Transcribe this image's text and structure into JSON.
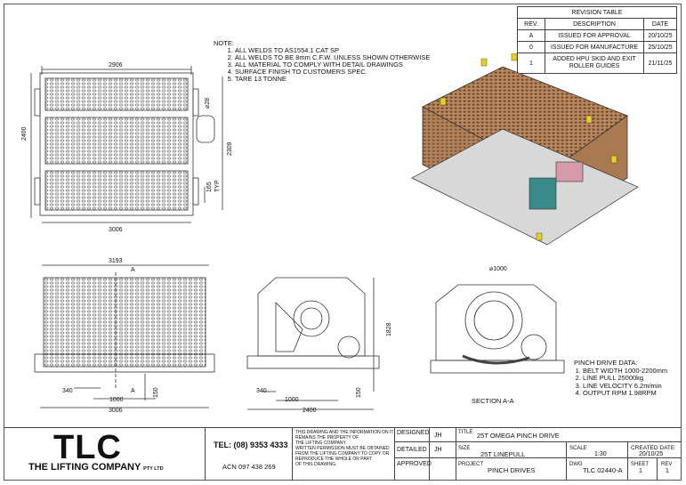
{
  "revision_table": {
    "title": "REVISION TABLE",
    "headers": [
      "REV.",
      "DESCRIPTION",
      "DATE"
    ],
    "rows": [
      {
        "rev": "A",
        "description": "ISSUED FOR APPROVAL",
        "date": "20/10/25"
      },
      {
        "rev": "0",
        "description": "ISSUED FOR MANUFACTURE",
        "date": "25/10/25"
      },
      {
        "rev": "1",
        "description": "ADDED HPU SKID AND EXIT ROLLER GUIDES",
        "date": "21/11/25"
      }
    ]
  },
  "notes": {
    "heading": "NOTE:",
    "items": [
      "ALL WELDS TO AS1554.1 CAT SP",
      "ALL WELDS TO BE 8mm C.F.W. UNLESS SHOWN OTHERWISE",
      "ALL MATERIAL TO COMPLY WITH DETAIL DRAWINGS",
      "SURFACE FINISH TO CUSTOMERS SPEC.",
      "TARE 13 TONNE"
    ]
  },
  "dimensions": {
    "top_width": "2906",
    "top_height": "2400",
    "top_right_height": "2309",
    "diameter_small": "⌀28",
    "spacing": "165",
    "spacing_note": "TYP",
    "top_bottom_width": "3006",
    "front_width": "3193",
    "section_marker": "A",
    "front_340": "340",
    "front_1000": "1000",
    "front_150": "150",
    "front_bottom_width": "3006",
    "side_height": "1828",
    "side_340": "340",
    "side_1000": "1000",
    "side_150": "150",
    "side_width": "2400",
    "section_diameter": "⌀1000"
  },
  "section_label": "SECTION A-A",
  "pinch_drive": {
    "heading": "PINCH DRIVE DATA:",
    "items": [
      "BELT WIDTH 1000-2200mm",
      "LINE PULL 25000kg",
      "LINE VELOCITY 6.2m/min",
      "OUTPUT RPM 1.98RPM"
    ]
  },
  "title_block": {
    "logo": "TLC",
    "company": "THE LIFTING COMPANY",
    "company_suffix": "PTY LTD",
    "phone": "TEL: (08) 9353 4333",
    "acn": "ACN 097 438 269",
    "disclaimer": [
      "THIS DRAWING AND THE INFORMATION ON IT",
      "REMAINS THE PROPERTY OF",
      "THE LIFTING COMPANY.",
      "WRITTEN PERMISSION MUST BE OBTAINED",
      "FROM THE LIFTING COMPANY TO COPY OR",
      "REPRODUCE THE WHOLE OR PART",
      "OF THIS DRAWING."
    ],
    "designed_label": "DESIGNED",
    "designed_value": "JH",
    "detailed_label": "DETAILED",
    "detailed_value": "JH",
    "approved_label": "APPROVED",
    "title_label": "TITLE",
    "title_value": "25T OMEGA PINCH DRIVE",
    "size_label": "SIZE",
    "size_value": "25T LINEPULL",
    "scale_label": "SCALE",
    "scale_value": "1:30",
    "created_label": "CREATED DATE",
    "created_value": "20/10/25",
    "project_label": "PROJECT",
    "project_value": "PINCH DRIVES",
    "dwg_label": "DWG",
    "dwg_value": "TLC 02440-A",
    "sheet_label": "SHEET",
    "sheet_value": "1",
    "rev_label": "REV",
    "rev_value": "1"
  }
}
